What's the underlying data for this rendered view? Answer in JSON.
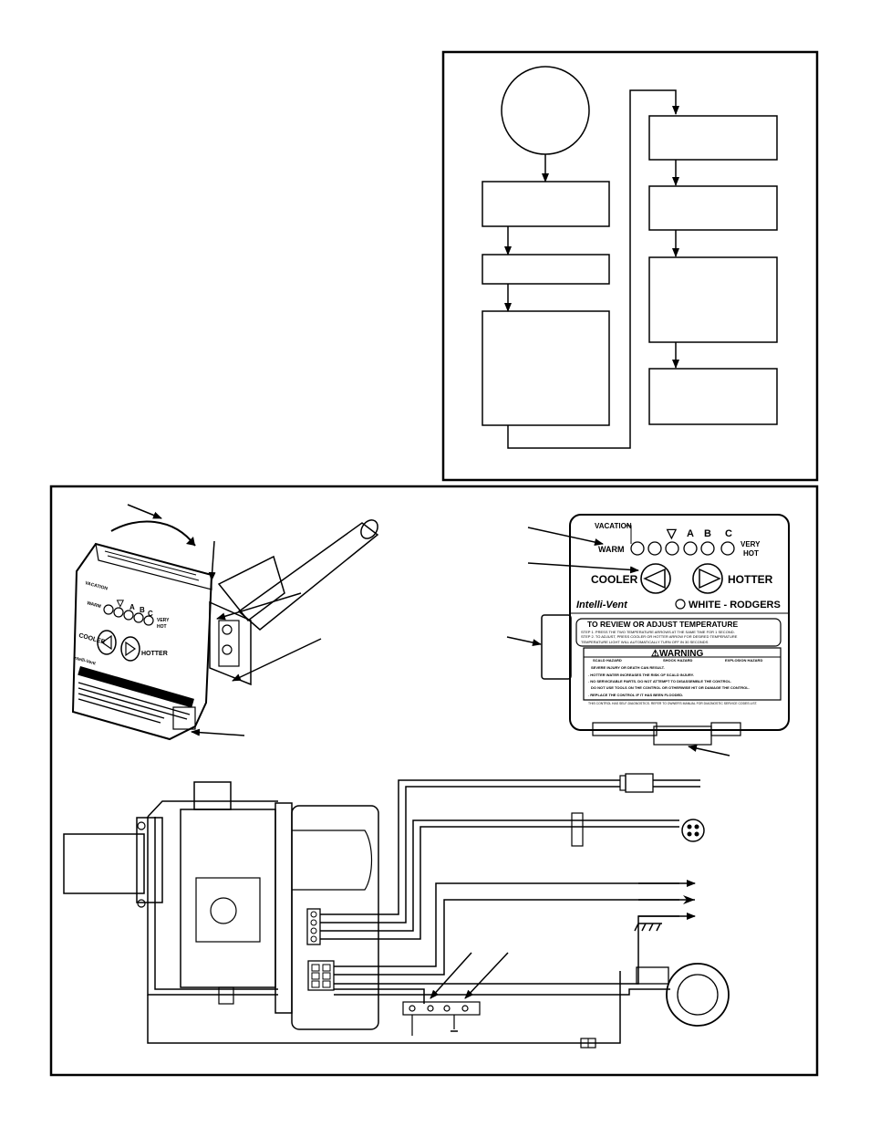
{
  "control_panel": {
    "vacation": "VACATION",
    "warm": "WARM",
    "triangle": "▽",
    "a": "A",
    "b": "B",
    "c": "C",
    "very": "VERY",
    "hot": "HOT",
    "cooler": "COOLER",
    "hotter": "HOTTER",
    "product": "Intelli-Vent",
    "brand": "WHITE - RODGERS",
    "review_title": "TO REVIEW OR ADJUST TEMPERATURE",
    "review_step1": "STEP 1. PRESS THE TWO TEMPERATURE ARROWS AT THE SAME TIME FOR 1 SECOND.",
    "review_step2": "STEP 2. TO ADJUST, PRESS COOLER OR HOTTER ARROW FOR DESIRED TEMPERATURE",
    "review_step3": "TEMPERATURE LIGHT WILL AUTOMATICALLY TURN OFF IN 30 SECONDS",
    "warning_title": "⚠WARNING",
    "hazard_scald": "SCALD HAZARD",
    "hazard_shock": "SHOCK HAZARD",
    "hazard_explosion": "EXPLOSION HAZARD",
    "warn_line1": "SEVERE INJURY OR DEATH CAN RESULT.",
    "warn_line2": ". HOTTER WATER INCREASES THE RISK OF SCALD INJURY.",
    "warn_line3": ". NO SERVICEABLE PARTS. DO NOT ATTEMPT TO DISASSEMBLE THE CONTROL.",
    "warn_line4": "DO NOT USE TOOLS ON THE CONTROL OR OTHERWISE HIT OR DAMAGE THE CONTROL.",
    "warn_line5": ". REPLACE THE CONTROL IF IT HAS BEEN FLOODED.",
    "warn_line6": "THIS CONTROL HAS SELF-DIAGNOSTICS. REFER TO OWNER'S MANUAL FOR DIAGNOSTIC SERVICE CODES LIST."
  },
  "side_panel": {
    "cooler": "COOLER",
    "hotter": "HOTTER",
    "a": "A",
    "b": "B",
    "c": "C",
    "very": "VERY",
    "hot": "HOT",
    "product": "Intelli-Vent"
  }
}
